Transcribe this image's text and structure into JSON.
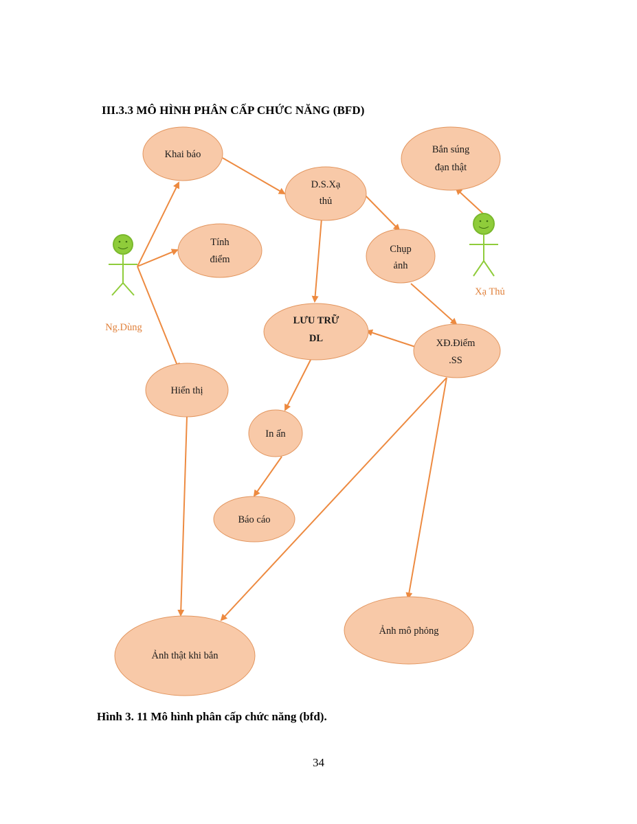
{
  "page": {
    "heading": "III.3.3 MÔ HÌNH PHÂN CẤP CHỨC NĂNG (BFD)",
    "caption": "Hình 3. 11 Mô hình phân cấp chức năng (bfd).",
    "page_number": "34"
  },
  "colors": {
    "node_fill": "#f8c9a8",
    "node_stroke": "#e2955e",
    "arrow": "#ed8a40",
    "actor": "#8fcc3a",
    "actor_label": "#e0803a"
  },
  "actors": {
    "user": {
      "label": "Ng.Dùng",
      "icon": "stick-figure-icon"
    },
    "shooter": {
      "label": "Xạ Thủ",
      "icon": "stick-figure-icon"
    }
  },
  "nodes": {
    "khai_bao": [
      "Khai báo"
    ],
    "ban_sung": [
      "Bắn súng",
      "đạn thật"
    ],
    "ds_xa_thu": [
      "D.S.Xạ",
      "thủ"
    ],
    "tinh_diem": [
      "Tính",
      "điểm"
    ],
    "chup_anh": [
      "Chụp",
      "ảnh"
    ],
    "luu_tru": [
      "LƯU TRỮ",
      "DL"
    ],
    "xd_diem": [
      "XĐ.Điểm",
      ".SS"
    ],
    "hien_thi": [
      "Hiển thị"
    ],
    "in_an": [
      "In ấn"
    ],
    "bao_cao": [
      "Báo cáo"
    ],
    "anh_that": [
      "Ảnh thật khi bắn"
    ],
    "anh_mo_phong": [
      "Ảnh mô phỏng"
    ]
  }
}
